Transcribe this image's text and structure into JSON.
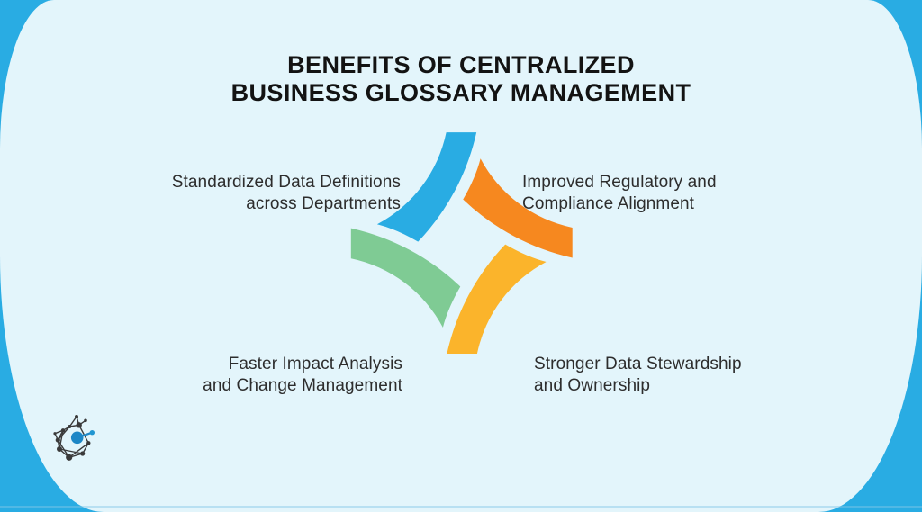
{
  "title": {
    "text": "BENEFITS OF CENTRALIZED\nBUSINESS GLOSSARY MANAGEMENT"
  },
  "benefits": [
    {
      "position": "top-left",
      "label": "Standardized Data Definitions\nacross Departments",
      "color": "#29ACE3"
    },
    {
      "position": "top-right",
      "label": "Improved Regulatory and\nCompliance Alignment",
      "color": "#F6881F"
    },
    {
      "position": "bottom-left",
      "label": "Faster Impact Analysis\nand Change Management",
      "color": "#7FCB94"
    },
    {
      "position": "bottom-right",
      "label": "Stronger Data Stewardship\nand Ownership",
      "color": "#FBB42B"
    }
  ],
  "colors": {
    "blue": "#29ACE3",
    "orange": "#F6881F",
    "green": "#7FCB94",
    "yellow": "#FBB42B",
    "background": "#E3F5FB",
    "logo_blue": "#1D87C6",
    "logo_blue_light": "#2196D1",
    "logo_dark": "#3A3A3A"
  },
  "logo": {
    "name": "data-network-logo"
  }
}
